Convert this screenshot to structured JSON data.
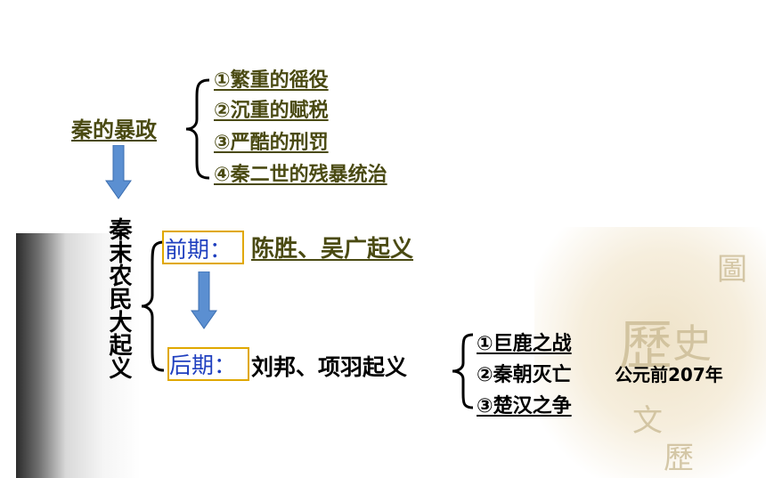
{
  "diagram": {
    "causes_heading": "秦的暴政",
    "causes": [
      "①繁重的徭役",
      "②沉重的赋税",
      "③严酷的刑罚",
      "④秦二世的残暴统治"
    ],
    "uprising_title": "秦末农民大起义",
    "early": {
      "label": "前期：",
      "content": "陈胜、吴广起义"
    },
    "late": {
      "label": "后期：",
      "content": "刘邦、项羽起义",
      "events": [
        "①巨鹿之战",
        "②秦朝灭亡",
        "③楚汉之争"
      ],
      "date_note": "公元前207年"
    }
  },
  "colors": {
    "olive_text": "#4a4a12",
    "blue_label": "#1f3fbf",
    "arrow_fill": "#5b8fd1",
    "box_border": "#e0a800"
  },
  "watermark_glyphs": [
    "歷",
    "史",
    "圖",
    "文",
    "歷"
  ]
}
